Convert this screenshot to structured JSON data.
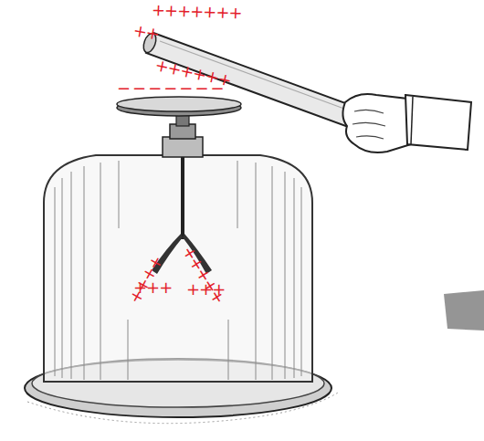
{
  "diagram": {
    "labels": [
      "+++++++",
      "++",
      "++++++",
      "−−−−−−−",
      "++++",
      "+++",
      "+++++",
      "+++"
    ]
  }
}
